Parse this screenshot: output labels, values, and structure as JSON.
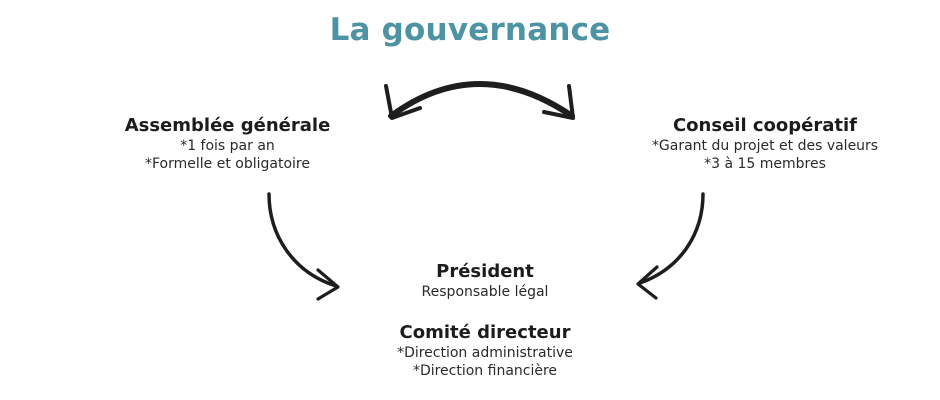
{
  "title": "La gouvernance",
  "colors": {
    "title": "#4d93a3",
    "text": "#1e1e1e",
    "arrow": "#1e1e1e"
  },
  "assemblee": {
    "heading": "Assemblée générale",
    "lines": [
      "*1 fois par an",
      "*Formelle et obligatoire"
    ]
  },
  "conseil": {
    "heading": "Conseil coopératif",
    "lines": [
      "*Garant du projet et des valeurs",
      "*3 à 15 membres"
    ]
  },
  "president": {
    "heading": "Président",
    "lines": [
      "Responsable légal"
    ]
  },
  "comite": {
    "heading": "Comité directeur",
    "lines": [
      "*Direction administrative",
      "*Direction financière"
    ]
  },
  "arrows": [
    {
      "name": "double-arrow-icon",
      "meaning": "assemblee-conseil"
    },
    {
      "name": "left-curved-arrow-icon",
      "meaning": "assemblee-to-president"
    },
    {
      "name": "right-curved-arrow-icon",
      "meaning": "conseil-to-president"
    }
  ]
}
